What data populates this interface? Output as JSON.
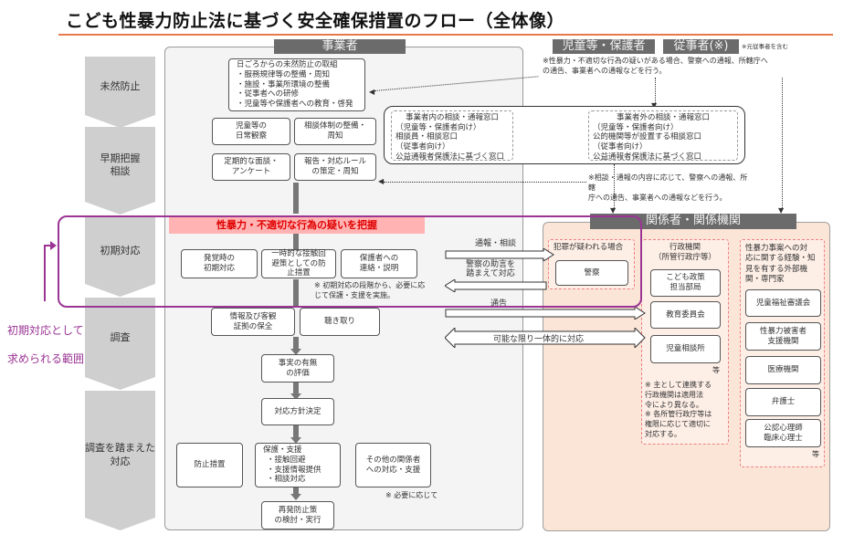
{
  "title": "こども性暴力防止法に基づく安全確保措置のフロー（全体像）",
  "stages": [
    {
      "label": "未然防止"
    },
    {
      "label": "早期把握\n相談"
    },
    {
      "label": "初期対応"
    },
    {
      "label": "調査"
    },
    {
      "label": "調査を踏まえた\n対応"
    }
  ],
  "business": {
    "header": "事業者",
    "prevention": {
      "title": "日ごろからの未然防止の取組",
      "items": [
        "・服務規律等の整備・周知",
        "・施設・事業所環境の整備",
        "・従事者への研修",
        "・児童等や保護者への教育・啓発"
      ]
    },
    "early": [
      {
        "label": "児童等の\n日常観察"
      },
      {
        "label": "相談体制の整備・\n周知"
      },
      {
        "label": "定期的な面談・\nアンケート"
      },
      {
        "label": "報告・対応ルール\nの策定・周知"
      }
    ],
    "suspicion_banner": "性暴力・不適切な行為の疑いを把握",
    "initial": [
      {
        "label": "発覚時の\n初期対応"
      },
      {
        "label": "一時的な接触回\n避策としての防\n止措置"
      },
      {
        "label": "保護者への\n連絡・説明"
      }
    ],
    "initial_note": "※ 初期対応の段階から、必要に応\nじて保護・支援を実施。",
    "investigation": [
      {
        "label": "情報及び客観\n証拠の保全"
      },
      {
        "label": "聴き取り"
      }
    ],
    "evaluation": "事実の有無\nの評価",
    "policy": "対応方針決定",
    "response": {
      "prevention_measure": "防止措置",
      "support": {
        "title": "保護・支援",
        "items": [
          "・接触回避",
          "・支援情報提供",
          "・相談対応"
        ]
      },
      "others": "その他の関係者\nへの対応・支援",
      "others_note": "※ 必要に応じて"
    },
    "recurrence": "再発防止策\nの検討・実行"
  },
  "top_actors": {
    "children_guardians": "児童等・保護者",
    "workers": "従事者(※)",
    "workers_note": "※元従事者を含む",
    "note_top": "※性暴力・不適切な行為の疑いがある場合、警察への通報、所轄庁へ\nの通告、事業者への通報などを行う。",
    "note_mid": "※相談・通報の内容に応じて、警察への通報、所轄\n庁への通告、事業者への通報などを行う。"
  },
  "consultation": {
    "internal": {
      "title": "事業者内の相談・通報窓口",
      "lines": [
        "（児童等・保護者向け）",
        "相談員・相談窓口",
        "（従事者向け）",
        "公益通報者保護法に基づく窓口"
      ]
    },
    "external": {
      "title": "事業者外の相談・通報窓口",
      "lines": [
        "（児童等・保護者向け）",
        "公的機関等が設置する相談窓口",
        "（従事者向け）",
        "公益通報者保護法に基づく窓口"
      ]
    }
  },
  "arrows": {
    "report": "通報・相談",
    "police_advice": "警察の助言を\n踏まえて対応",
    "notify": "通告",
    "cooperate": "可能な限り一体的に対応"
  },
  "related": {
    "header": "関係者・関係機関",
    "crime": {
      "title": "犯罪が疑われる場合",
      "police": "警察"
    },
    "admin": {
      "title": "行政機関\n（所管行政庁等）",
      "items": [
        "こども政策\n担当部局",
        "教育委員会",
        "児童相談所"
      ],
      "etc": "等",
      "notes": "※ 主として連携する\n行政機関は適用法\n令により異なる。\n※ 各所管行政庁等は\n権限に応じて適切に\n対応する。"
    },
    "experts": {
      "title": "性暴力事案への対\n応に関する経験・知\n見を有する外部機\n関・専門家",
      "items": [
        "児童福祉審議会",
        "性暴力被害者\n支援機関",
        "医療機関",
        "弁護士",
        "公認心理師\n臨床心理士"
      ],
      "etc": "等"
    }
  },
  "scope_label": {
    "line1": "初期対応として",
    "line2": "求められる範囲"
  },
  "colors": {
    "accent_rule": "#e8794a",
    "scope_purple": "#9b3595",
    "banner_red": "#e00000",
    "banner_bg": "#ffb3b3",
    "related_bg": "#fbe5d6"
  }
}
